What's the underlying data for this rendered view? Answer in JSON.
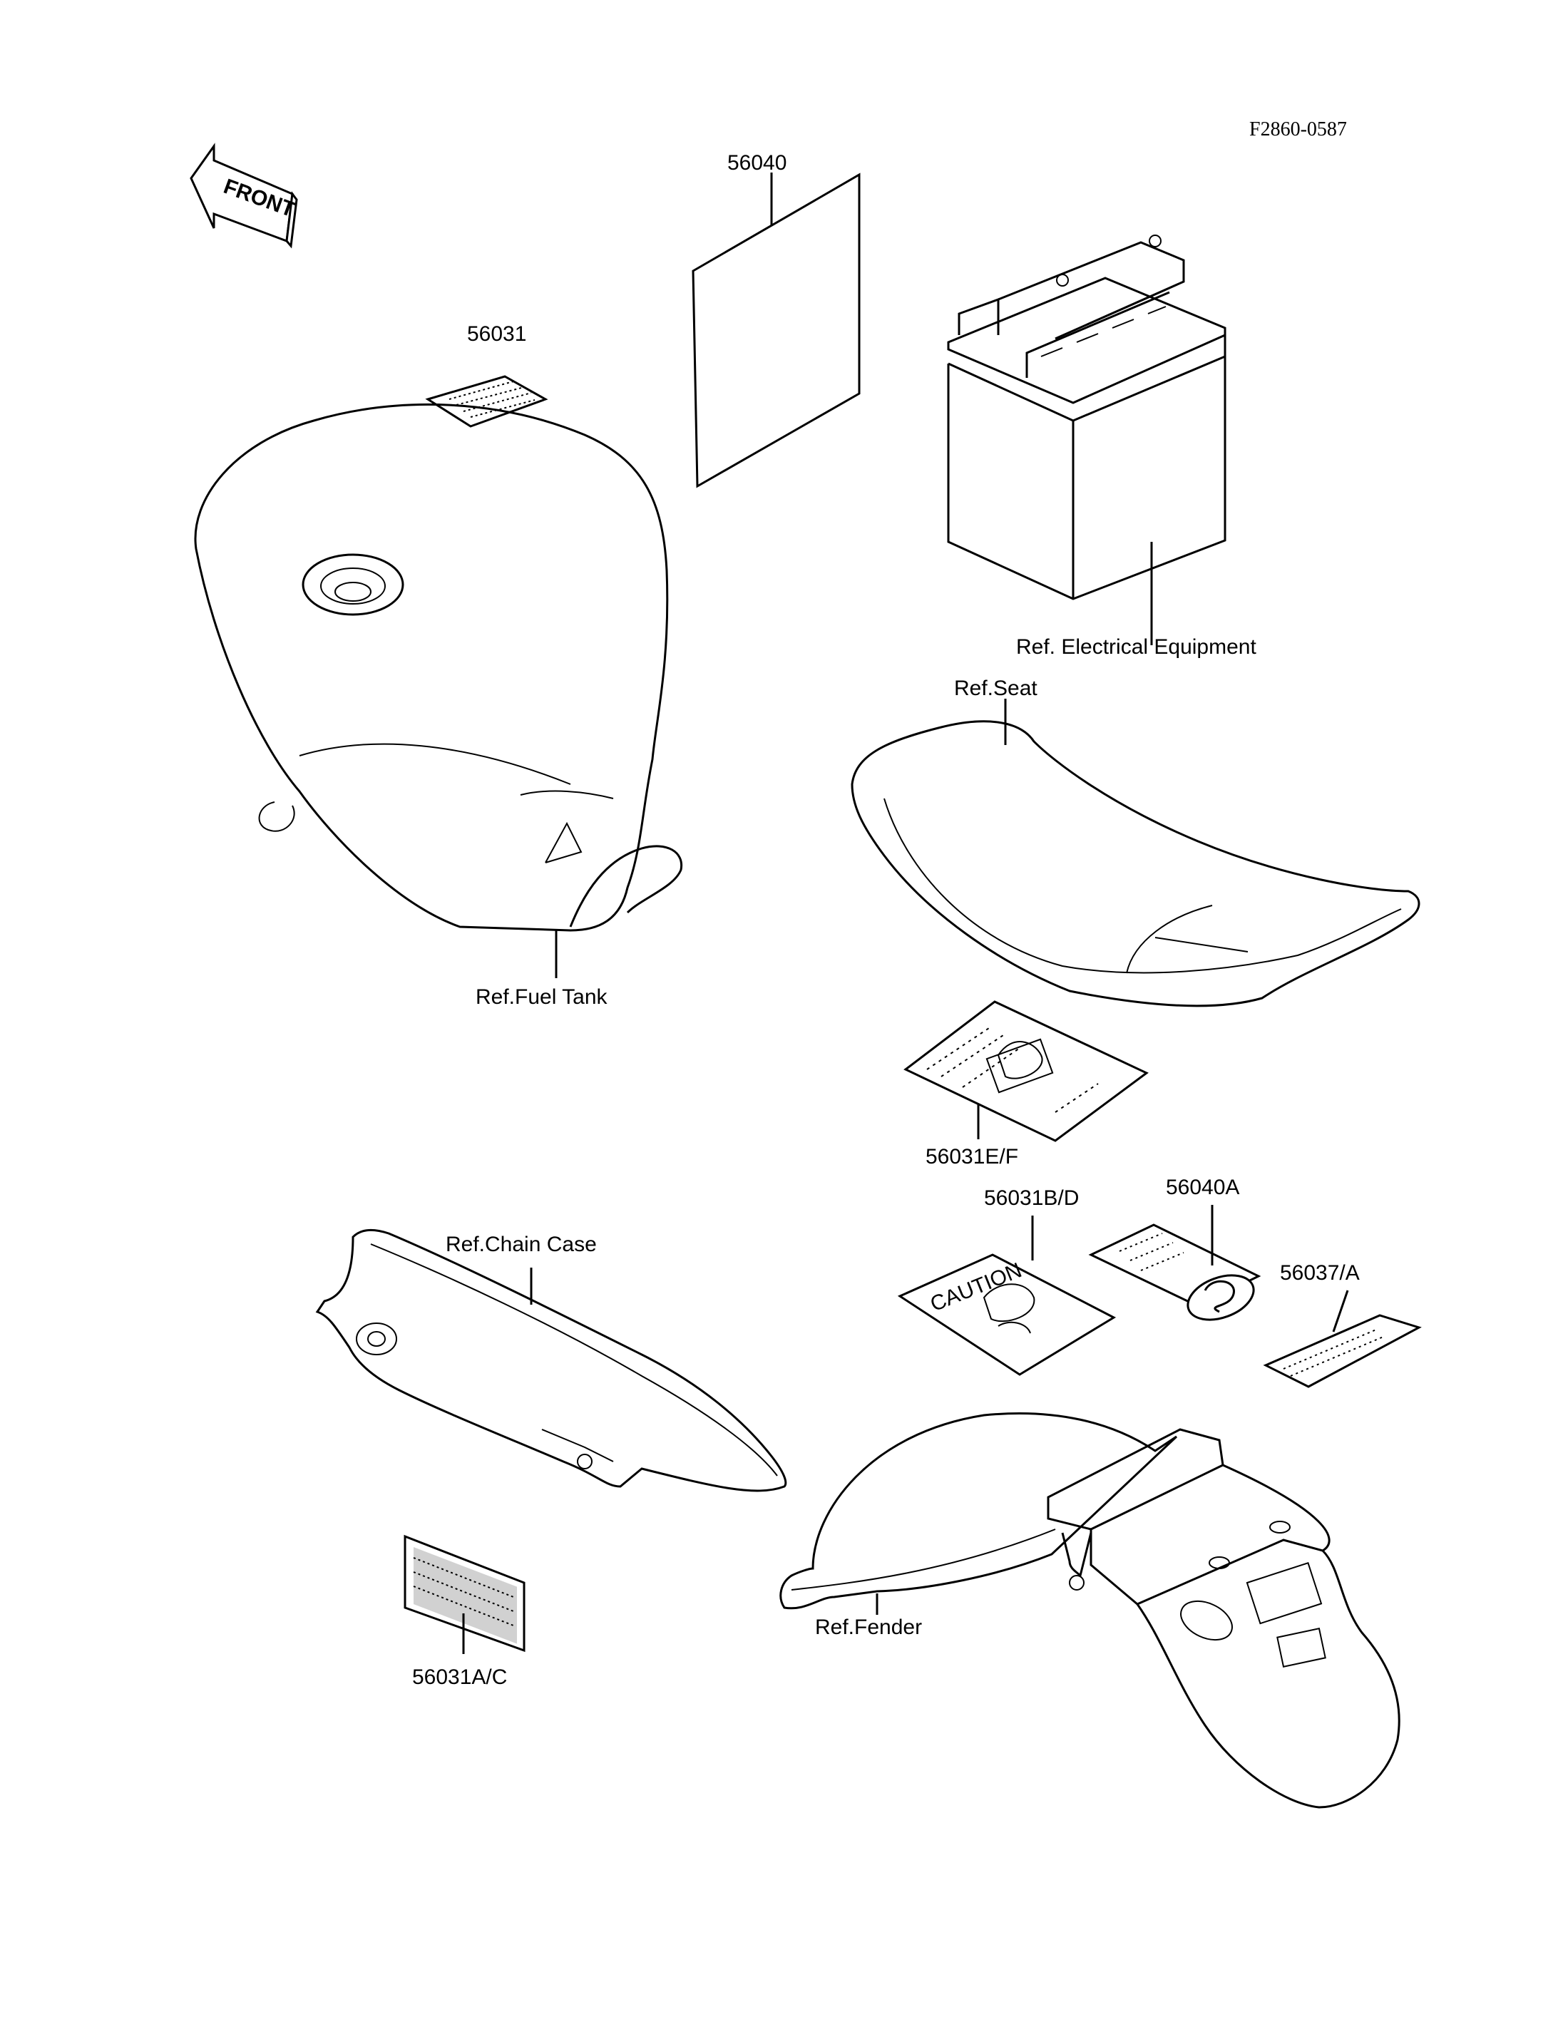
{
  "drawing_code": "F2860-0587",
  "front_arrow_text": "FRONT",
  "callouts": {
    "p56040": "56040",
    "p56031": "56031",
    "electrical": "Ref. Electrical Equipment",
    "seat": "Ref.Seat",
    "fuel_tank": "Ref.Fuel Tank",
    "p56031ef": "56031E/F",
    "p56031bd": "56031B/D",
    "p56040a": "56040A",
    "p56037a": "56037/A",
    "chain_case": "Ref.Chain Case",
    "fender": "Ref.Fender",
    "p56031ac": "56031A/C"
  },
  "caution_text": "CAUTION",
  "colors": {
    "ink": "#000000",
    "paper": "#ffffff"
  }
}
